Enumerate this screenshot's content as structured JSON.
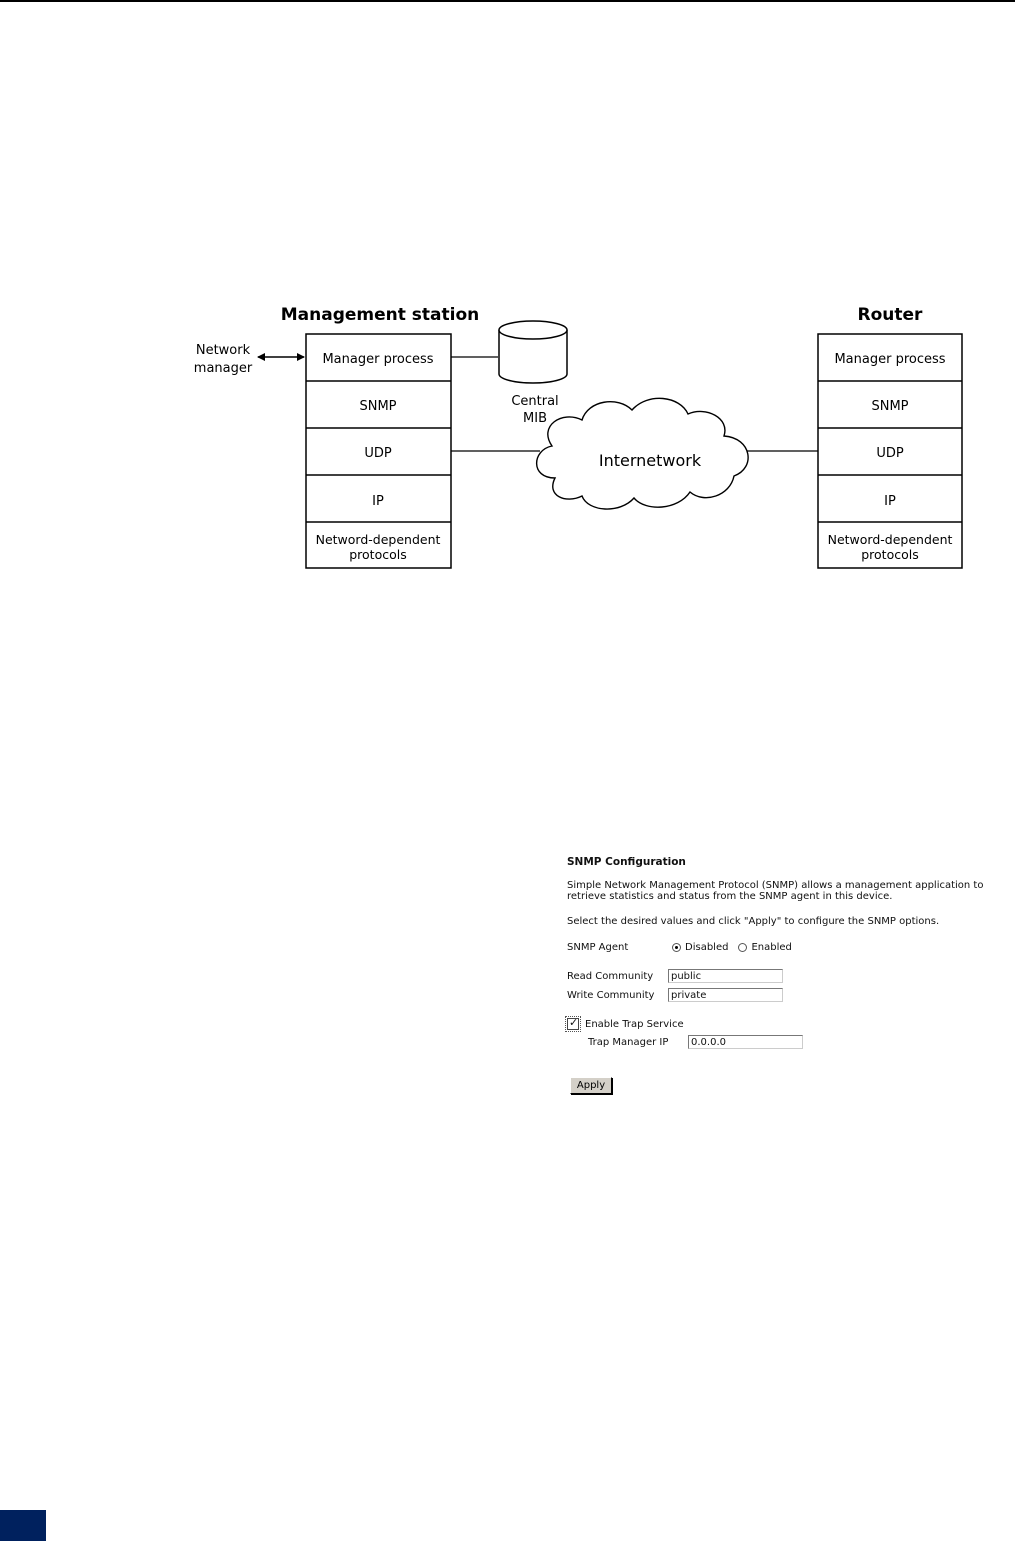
{
  "diagram": {
    "left_stack": {
      "title": "Management station",
      "layers": [
        "Manager process",
        "SNMP",
        "UDP",
        "IP"
      ],
      "bottom_layer": [
        "Netword-dependent",
        "protocols"
      ]
    },
    "right_stack": {
      "title": "Router",
      "layers": [
        "Manager process",
        "SNMP",
        "UDP",
        "IP"
      ],
      "bottom_layer": [
        "Netword-dependent",
        "protocols"
      ]
    },
    "network_manager": [
      "Network",
      "manager"
    ],
    "central_mib": [
      "Central",
      "MIB"
    ],
    "cloud_label": "Internetwork"
  },
  "snmp_config": {
    "title": "SNMP Configuration",
    "description": "Simple Network Management Protocol (SNMP) allows a management application to retrieve statistics and status from the SNMP agent in this device.",
    "instruction": "Select the desired values and click \"Apply\" to configure the SNMP options.",
    "agent_label": "SNMP Agent",
    "agent_options": [
      "Disabled",
      "Enabled"
    ],
    "agent_selected": "Disabled",
    "read_community_label": "Read Community",
    "read_community_value": "public",
    "write_community_label": "Write Community",
    "write_community_value": "private",
    "trap_label": "Enable Trap Service",
    "trap_enabled": true,
    "trap_ip_label": "Trap Manager IP",
    "trap_ip_value": "0.0.0.0",
    "apply_label": "Apply"
  }
}
